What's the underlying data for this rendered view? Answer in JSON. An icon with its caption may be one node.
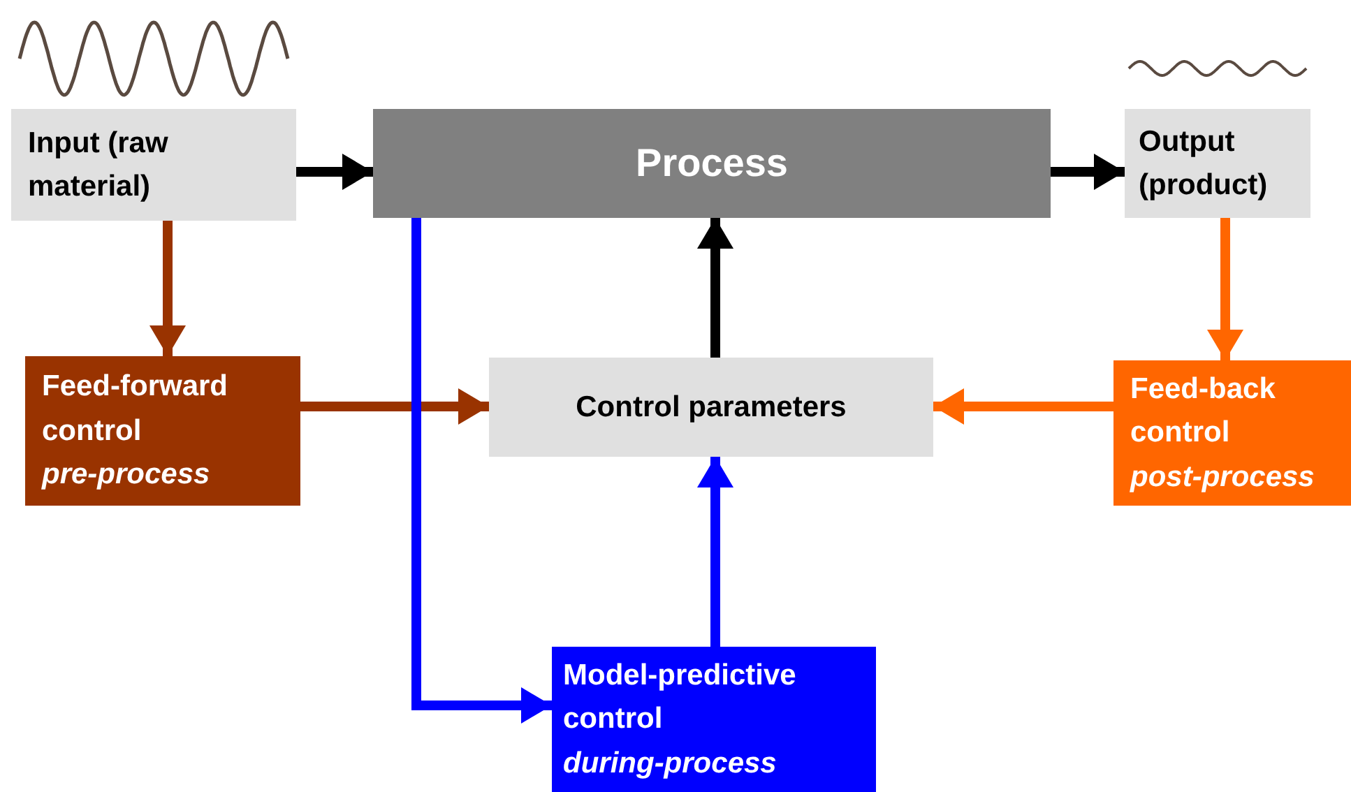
{
  "diagram": {
    "nodes": [
      {
        "text": [
          "Input (raw material)"
        ]
      },
      {
        "text": [
          "Process"
        ]
      },
      {
        "text": [
          "Output (product)"
        ]
      },
      {
        "text": [
          "Feed-forward control",
          "pre-process"
        ]
      },
      {
        "text": [
          "Control parameters"
        ]
      },
      {
        "text": [
          "Feed-back control",
          "post-process"
        ]
      },
      {
        "text": [
          "Model-predictive control",
          "during-process"
        ]
      }
    ],
    "edges": [
      {
        "from": 0,
        "to": 1,
        "arrow": "to",
        "color": "#000000"
      },
      {
        "from": 1,
        "to": 2,
        "arrow": "to",
        "color": "#000000"
      },
      {
        "from": 0,
        "to": 3,
        "arrow": "to",
        "color": "#993300"
      },
      {
        "from": 2,
        "to": 5,
        "arrow": "to",
        "color": "#ff6600"
      },
      {
        "from": 3,
        "to": 4,
        "arrow": "to",
        "color": "#993300"
      },
      {
        "from": 5,
        "to": 4,
        "arrow": "to",
        "color": "#ff6600"
      },
      {
        "from": 4,
        "to": 1,
        "arrow": "to",
        "color": "#000000"
      },
      {
        "from": 6,
        "to": 4,
        "arrow": "to",
        "color": "#0000ff"
      },
      {
        "from": 1,
        "to": 6,
        "arrow": "to",
        "color": "#0000ff"
      }
    ]
  }
}
